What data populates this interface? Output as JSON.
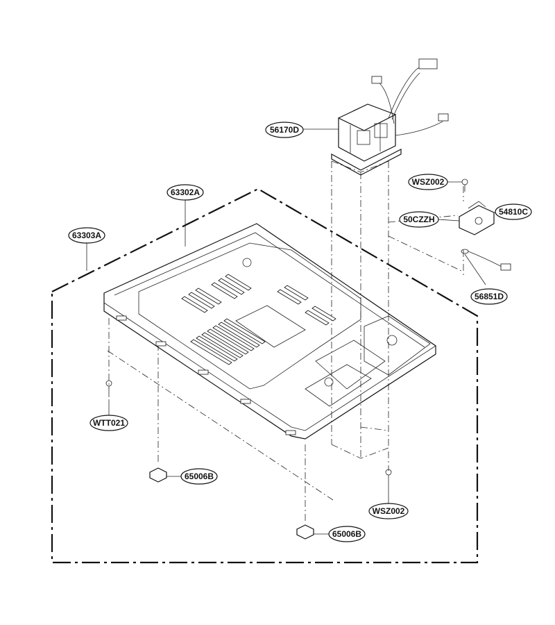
{
  "labels": {
    "transformer": "56170D",
    "screw_top": "WSZ002",
    "holder": "54810C",
    "fuse": "50CZZH",
    "harness": "56851D",
    "base_plate": "63302A",
    "frame": "63303A",
    "screw_left": "WTT021",
    "foot_left": "65006B",
    "screw_bottom": "WSZ002",
    "foot_bottom": "65006B"
  }
}
